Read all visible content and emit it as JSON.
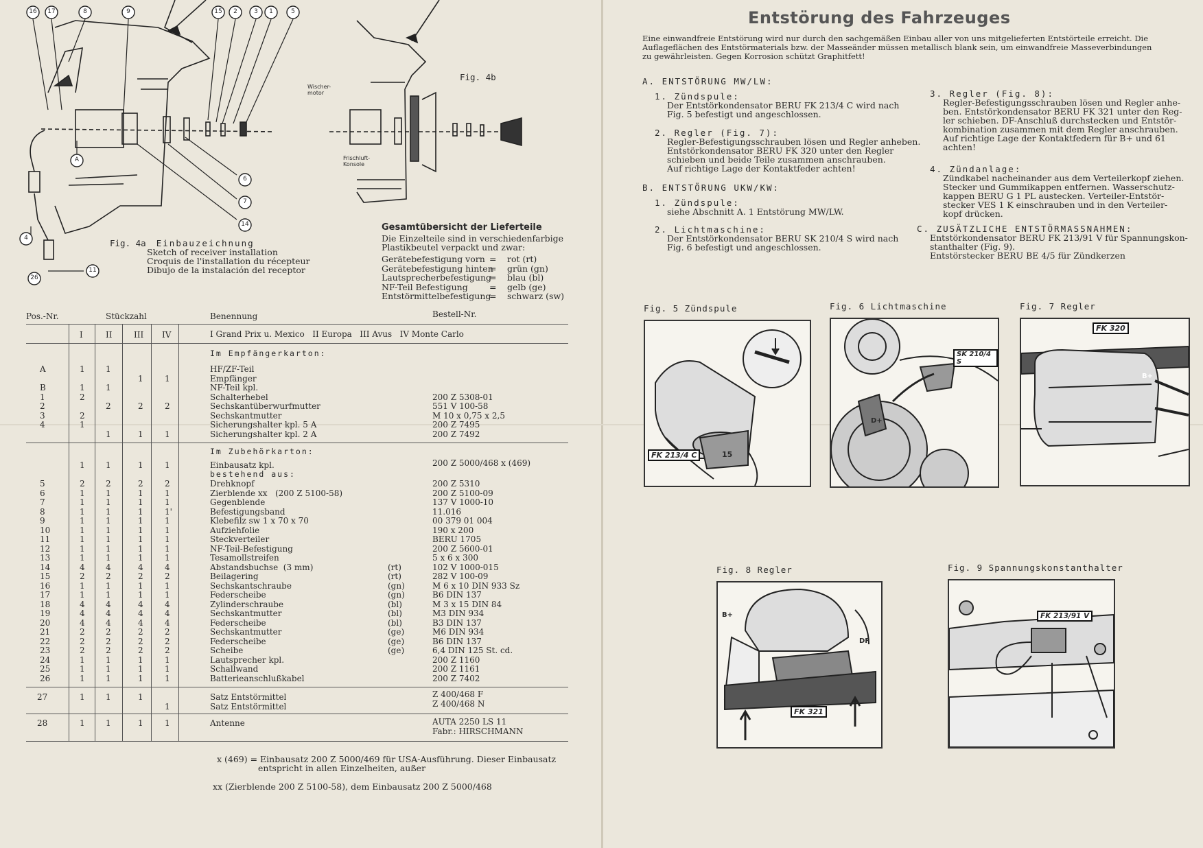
{
  "left_page": {
    "callouts_top": [
      "16",
      "17",
      "8",
      "9",
      "15",
      "2",
      "3",
      "1",
      "5"
    ],
    "callouts_side": [
      "6",
      "7",
      "14",
      "4",
      "26",
      "11",
      "A"
    ],
    "fig4b_label": "Fig. 4b",
    "wischer": "Wischer-\nmotor",
    "frischluft": "Frischluft-\nKonsole",
    "fig4a": {
      "label": "Fig. 4a",
      "title": "Einbauzeichnung",
      "en": "Sketch of receiver installation",
      "fr": "Croquis de l'installation du récepteur",
      "es": "Dibujo de la instalación del receptor"
    },
    "overview": {
      "title": "Gesamtübersicht der Lieferteile",
      "intro1": "Die Einzelteile sind in verschiedenfarbige",
      "intro2": "Plastikbeutel verpackt und zwar:",
      "rows": [
        {
          "label": "Gerätebefestigung vorn",
          "eq": "=",
          "value": "rot (rt)"
        },
        {
          "label": "Gerätebefestigung hinten",
          "eq": "=",
          "value": "grün (gn)"
        },
        {
          "label": "Lautsprecherbefestigung",
          "eq": "=",
          "value": "blau (bl)"
        },
        {
          "label": "NF-Teil Befestigung",
          "eq": "=",
          "value": "gelb (ge)"
        },
        {
          "label": "Entstörmittelbefestigung",
          "eq": "=",
          "value": "schwarz (sw)"
        }
      ]
    },
    "table": {
      "h_pos": "Pos.-Nr.",
      "h_qty": "Stückzahl",
      "h_name": "Benennung",
      "h_order": "Bestell-Nr.",
      "roman": [
        "I",
        "II",
        "III",
        "IV"
      ],
      "models": "I Grand Prix u. Mexico   II Europa   III Avus   IV Monte Carlo",
      "sec1": "Im Empfängerkarton:",
      "sec1_pos": "A\n\nB\n1\n2\n3\n4",
      "sec1_i": "1\n\n1\n2\n\n2\n1",
      "sec1_ii": "1\n\n1\n\n2\n\n\n1",
      "sec1_iii": "\n1\n\n\n2\n\n\n1",
      "sec1_iv": "\n1\n\n\n2\n\n\n1",
      "sec1_names": "HF/ZF-Teil\nEmpfänger\nNF-Teil kpl.\nSchalterhebel\nSechskantüberwurfmutter\nSechskantmutter\nSicherungshalter kpl. 5 A\nSicherungshalter kpl. 2 A",
      "sec1_orders": "\n\n\n200 Z 5308-01\n551 V 100-58\nM 10 x 0,75 x 2,5\n200 Z 7495\n200 Z 7492",
      "sec2": "Im Zubehörkarton:",
      "einbau_qty": [
        "1",
        "1",
        "1",
        "1"
      ],
      "einbau_name": "Einbausatz kpl.",
      "einbau_order": "200 Z 5000/468 x (469)",
      "bestehend": "bestehend aus:",
      "sec2_pos": "5\n6\n7\n8\n9\n10\n11\n12\n13\n14\n15\n16\n17\n18\n19\n20\n21\n22\n23\n24\n25\n26",
      "sec2_i": "2\n1\n1\n1\n1\n1\n1\n1\n1\n4\n2\n1\n1\n4\n4\n4\n2\n2\n2\n1\n1\n1",
      "sec2_ii": "2\n1\n1\n1\n1\n1\n1\n1\n1\n4\n2\n1\n1\n4\n4\n4\n2\n2\n2\n1\n1\n1",
      "sec2_iii": "2\n1\n1\n1\n1\n1\n1\n1\n1\n4\n2\n1\n1\n4\n4\n4\n2\n2\n2\n1\n1\n1",
      "sec2_iv": "2\n1\n1\n1'\n1\n1\n1\n1\n1\n4\n2\n1\n1\n4\n4\n4\n2\n2\n2\n1\n1\n1",
      "sec2_names": "Drehknopf\nZierblende xx   (200 Z 5100-58)\nGegenblende\nBefestigungsband\nKlebefilz sw 1 x 70 x 70\nAufziehfolie\nSteckverteiler\nNF-Teil-Befestigung\nTesamollstreifen\nAbstandsbuchse  (3 mm)\nBeilagering\nSechskantschraube\nFederscheibe\nZylinderschraube\nSechskantmutter\nFederscheibe\nSechskantmutter\nFederscheibe\nScheibe\nLautsprecher kpl.\nSchallwand\nBatterieanschlußkabel",
      "sec2_colors": "\n\n\n\n\n\n\n\n\n(rt)\n(rt)\n(gn)\n(gn)\n(bl)\n(bl)\n(bl)\n(ge)\n(ge)\n(ge)",
      "sec2_orders": "200 Z 5310\n200 Z 5100-09\n137 V 1000-10\n11.016\n00 379 01 004\n190 x 200\nBERU 1705\n200 Z 5600-01\n5 x 6 x 300\n102 V 1000-015\n282 V 100-09\nM 6 x 10 DIN 933 Sz\nB6 DIN 137\nM 3 x 15 DIN 84\nM3 DIN 934\nB3 DIN 137\nM6 DIN 934\nB6 DIN 137\n6,4 DIN 125 St. cd.\n200 Z 1160\n200 Z 1161\n200 Z 7402",
      "r27_pos": "27",
      "r27_i": "1",
      "r27_ii": "1",
      "r27_iii": "1",
      "r27_iv": "\n1",
      "r27_names": "Satz Entstörmittel\nSatz Entstörmittel",
      "r27_orders": "Z 400/468 F\nZ 400/468 N",
      "r28_pos": "28",
      "r28_qty": [
        "1",
        "1",
        "1",
        "1"
      ],
      "r28_name": "Antenne",
      "r28_orders": "AUTA 2250 LS 11\nFabr.: HIRSCHMANN",
      "fn1a": "x (469) = Einbausatz 200 Z 5000/469 für USA-Ausführung. Dieser Einbausatz",
      "fn1b": "entspricht in allen Einzelheiten, außer",
      "fn2": "xx (Zierblende 200 Z 5100-58), dem Einbausatz 200 Z 5000/468"
    }
  },
  "right_page": {
    "title": "Entstörung des Fahrzeuges",
    "intro": [
      "Eine einwandfreie Entstörung wird nur durch den sachgemäßen Einbau aller von uns mitgelieferten Entstörteile erreicht. Die",
      "Auflageflächen des Entstörmaterials bzw. der Masseänder müssen metallisch blank sein, um einwandfreie Masseverbindungen",
      "zu gewährleisten. Gegen Korrosion schützt Graphitfett!"
    ],
    "secA": "A. ENTSTÖRUNG MW/LW:",
    "a1_head": "1. Zündspule:",
    "a1_body": [
      "Der Entstörkondensator BERU FK 213/4 C wird nach",
      "Fig. 5 befestigt und angeschlossen."
    ],
    "a2_head": "2. Regler (Fig. 7):",
    "a2_body": [
      "Regler-Befestigungsschrauben lösen und Regler anheben.",
      "Entstörkondensator BERU FK 320 unter den Regler",
      "schieben und beide Teile zusammen anschrauben.",
      "Auf richtige Lage der Kontaktfeder achten!"
    ],
    "secB": "B. ENTSTÖRUNG UKW/KW:",
    "b1_head": "1. Zündspule:",
    "b1_body": [
      "siehe Abschnitt A. 1 Entstörung MW/LW."
    ],
    "b2_head": "2. Lichtmaschine:",
    "b2_body": [
      "Der Entstörkondensator BERU SK 210/4 S wird nach",
      "Fig. 6 befestigt und angeschlossen."
    ],
    "a3_head": "3. Regler (Fig. 8):",
    "a3_body": [
      "Regler-Befestigungsschrauben lösen und Regler anhe-",
      "ben. Entstörkondensator BERU FK 321 unter den Reg-",
      "ler schieben. DF-Anschluß durchstecken und Entstör-",
      "kombination zusammen mit dem Regler anschrauben.",
      "Auf richtige Lage der Kontaktfedern für B+ und 61",
      "achten!"
    ],
    "a4_head": "4. Zündanlage:",
    "a4_body": [
      "Zündkabel nacheinander aus dem Verteilerkopf ziehen.",
      "Stecker und Gummikappen entfernen. Wasserschutz-",
      "kappen BERU G 1 PL austecken. Verteiler-Entstör-",
      "stecker VES 1 K einschrauben und in den Verteiler-",
      "kopf drücken."
    ],
    "secC": "C. ZUSÄTZLICHE ENTSTÖRMASSNAHMEN:",
    "c_body": [
      "Entstörkondensator BERU FK 213/91 V für Spannungskon-",
      "stanthalter (Fig. 9).",
      "Entstörstecker BERU BE 4/5 für Zündkerzen"
    ],
    "fig5": "Fig. 5 Zündspule",
    "fig6": "Fig. 6 Lichtmaschine",
    "fig7": "Fig. 7 Regler",
    "fig8": "Fig. 8 Regler",
    "fig9": "Fig. 9 Spannungskonstanthalter",
    "tag5": "FK 213/4 C",
    "tag6": "SK 210/4 S",
    "tag7": "FK 320",
    "tag8": "FK 321",
    "tag9": "FK 213/91 V",
    "lbl_15": "15",
    "lbl_bplus": "B+",
    "lbl_df": "DF",
    "lbl_dplus": "D+"
  }
}
